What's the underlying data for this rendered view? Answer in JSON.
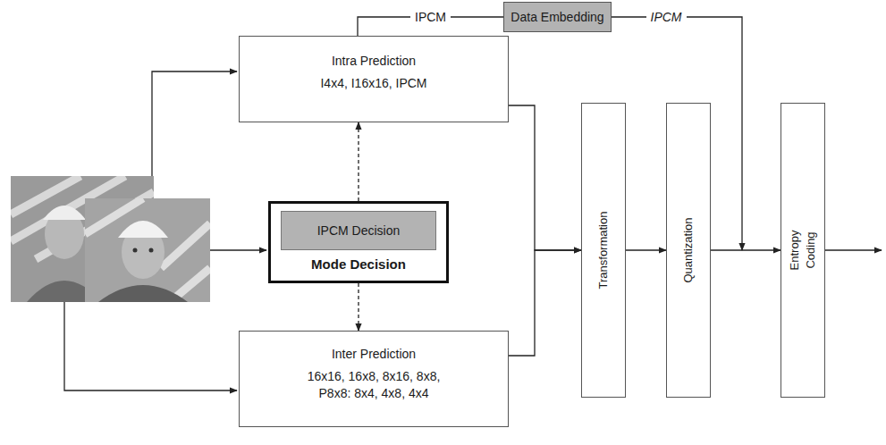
{
  "diagram": {
    "nodes": [
      {
        "text": [
          "Intra Prediction",
          "I4x4, I16x16, IPCM"
        ]
      },
      {
        "text": [
          "Data Embedding"
        ]
      },
      {
        "text": [
          "Mode Decision"
        ]
      },
      {
        "text": [
          "IPCM Decision"
        ],
        "in": 2
      },
      {
        "text": [
          "Inter Prediction",
          "16x16, 16x8, 8x16, 8x8, P8x8: 8x4, 4x8, 4x4"
        ]
      },
      {
        "text": [
          "Transformation"
        ]
      },
      {
        "text": [
          "Quantization"
        ]
      },
      {
        "text": [
          "Entropy Coding"
        ]
      }
    ],
    "edges": [
      {
        "from": 0,
        "to": 1,
        "label": "IPCM",
        "arrow": "none"
      },
      {
        "from": 1,
        "to": 7,
        "label": "IPCM",
        "arrow": "to"
      },
      {
        "from": 2,
        "to": 0,
        "arrow": "to"
      },
      {
        "from": 2,
        "to": 4,
        "arrow": "to"
      },
      {
        "from": 0,
        "to": 5,
        "arrow": "to"
      },
      {
        "from": 4,
        "to": 5,
        "arrow": "to"
      },
      {
        "from": 5,
        "to": 6,
        "arrow": "to"
      },
      {
        "from": 6,
        "to": 7,
        "arrow": "to"
      }
    ]
  }
}
